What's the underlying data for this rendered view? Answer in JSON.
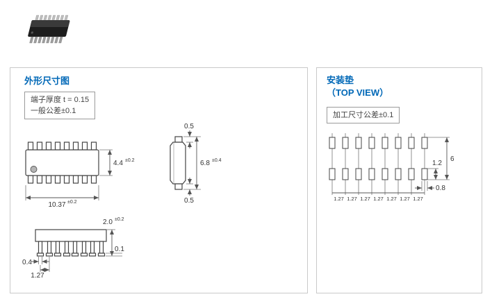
{
  "product_photo": {
    "name": "smd-dip-switch-component-photo"
  },
  "outline_panel": {
    "title": "外形尺寸图",
    "note": {
      "line1": "端子厚度 t = 0.15",
      "line2": "一般公差±0.1"
    },
    "top_view": {
      "body_width": "10.37",
      "body_width_tol": "±0.2",
      "body_height": "4.4",
      "body_height_tol": "±0.2"
    },
    "end_view": {
      "lead_top": "0.5",
      "overall_width": "6.8",
      "overall_width_tol": "±0.4",
      "lead_bottom": "0.5"
    },
    "side_view": {
      "height": "2.0",
      "height_tol": "±0.2",
      "standoff": "0.1",
      "lead_width": "0.4",
      "lead_pitch": "1.27"
    }
  },
  "pad_panel": {
    "title": "安装垫",
    "subtitle": "（TOP VIEW）",
    "note": "加工尺寸公差±0.1",
    "dims": {
      "overall_height": "6",
      "pad_length": "1.2",
      "pad_width": "0.8",
      "pitch_labels": [
        "1.27",
        "1.27",
        "1.27",
        "1.27",
        "1.27",
        "1.27",
        "1.27"
      ]
    }
  },
  "colors": {
    "accent": "#0068b7",
    "line": "#555555"
  }
}
